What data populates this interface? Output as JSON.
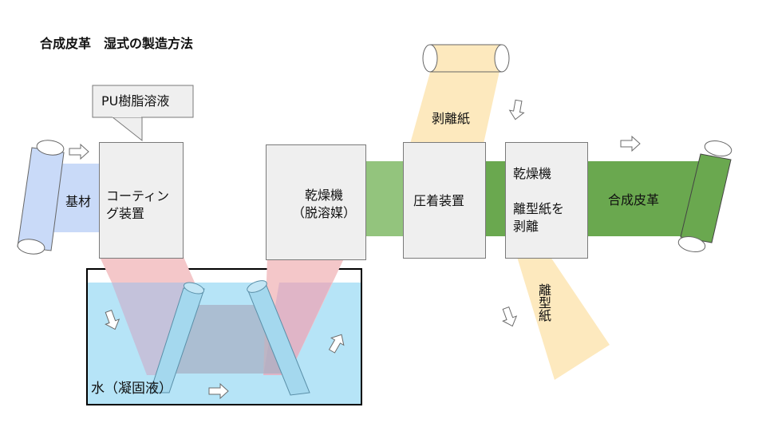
{
  "title": "合成皮革　湿式の製造方法",
  "callout": "PU樹脂溶液",
  "labels": {
    "substrate": "基材",
    "release_paper_in": "剥離紙",
    "release_paper_out": "離型紙",
    "product": "合成皮革",
    "water": "水（凝固液）"
  },
  "stations": {
    "coating": "コーティン\nグ装置",
    "dryer1": "乾燥機\n（脱溶媒）",
    "press": "圧着装置",
    "dryer2": "乾燥機\n\n離型紙を\n剥離"
  }
}
